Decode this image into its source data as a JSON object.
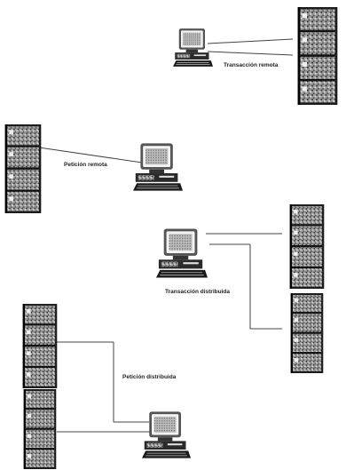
{
  "scenes": [
    {
      "name": "remote-transaction",
      "label": "Transacción remota"
    },
    {
      "name": "remote-request",
      "label": "Petición remota"
    },
    {
      "name": "distributed-transaction",
      "label": "Transacción distribuida"
    },
    {
      "name": "distributed-request",
      "label": "Petición distribuida"
    }
  ]
}
